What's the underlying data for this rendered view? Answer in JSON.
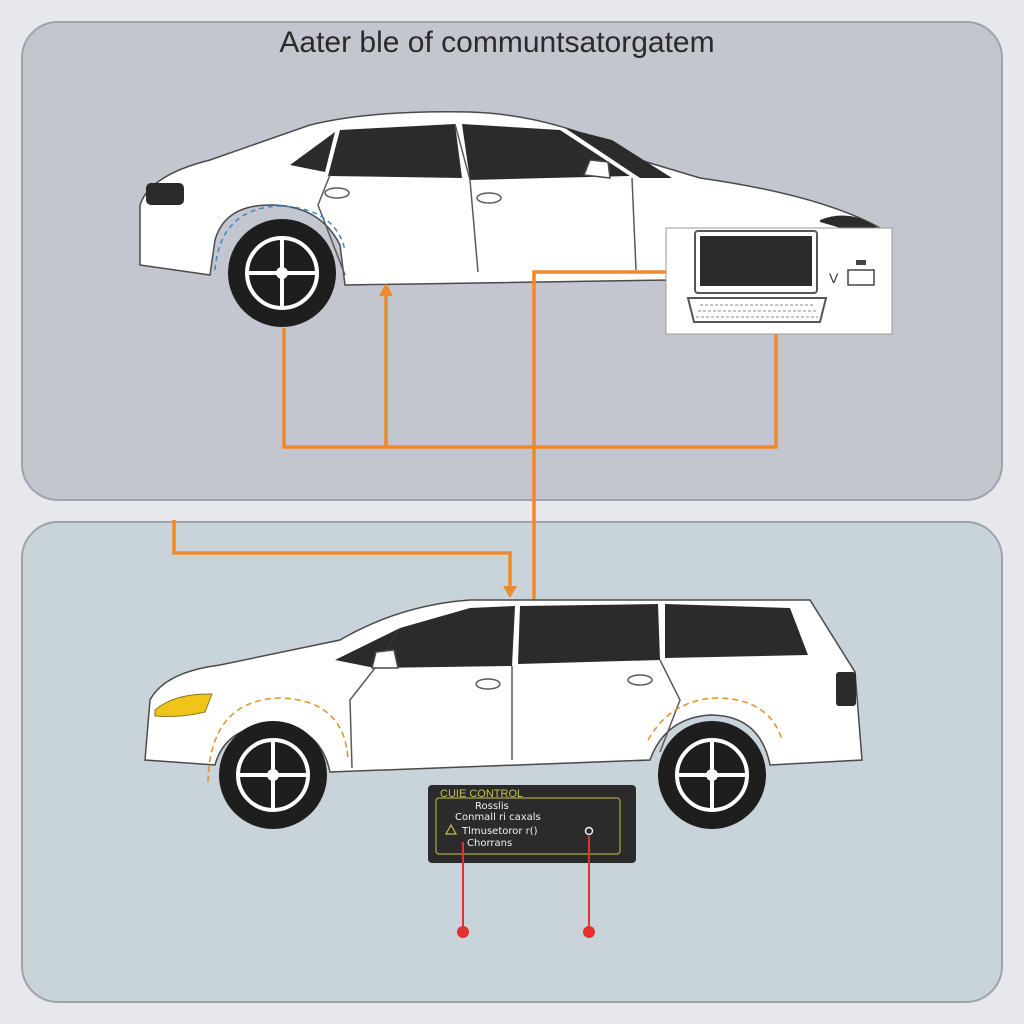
{
  "title": "Aater ble of communtsatorgatem",
  "laptop": {
    "side_label": "V",
    "icon": "laptop-icon"
  },
  "control_panel": {
    "heading": "CUIE CONTROL",
    "lines": [
      "Rosslis",
      "Conmall ri caxals",
      "Tlmusetoror r()",
      "Chorrans"
    ],
    "icons": [
      "warning-icon",
      "indicator-icon"
    ]
  },
  "colors": {
    "top_panel": "#c3c6cf",
    "bottom_panel": "#c9d3da",
    "connector": "#ef8a2b",
    "car_body": "#ffffff",
    "window": "#2b2b2b",
    "headlight": "#f0c419",
    "panel_screen": "#2b2b2b",
    "endpoint": "#e53030"
  }
}
